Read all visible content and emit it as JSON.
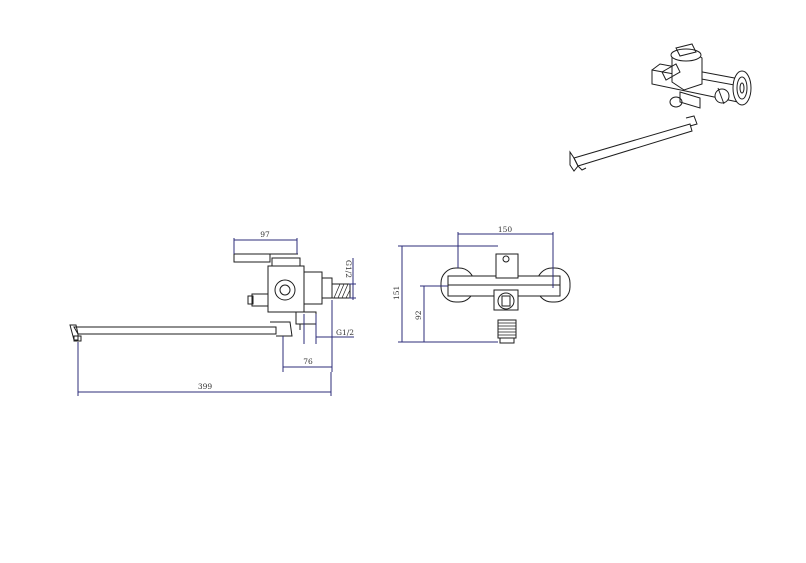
{
  "colors": {
    "outline": "#1e1e1e",
    "dimension_line": "#2c2c7a",
    "background": "#ffffff"
  },
  "icons": {
    "isometric_view": "faucet-isometric-icon",
    "side_view": "faucet-side-view",
    "front_view": "faucet-front-view"
  },
  "side_view": {
    "dim_handle": "97",
    "dim_spout_offset": "76",
    "dim_spout_length": "399",
    "thread_top": "G1/2",
    "thread_bottom": "G1/2"
  },
  "front_view": {
    "dim_centers": "150",
    "dim_height_total": "151",
    "dim_height_outlet": "92"
  }
}
